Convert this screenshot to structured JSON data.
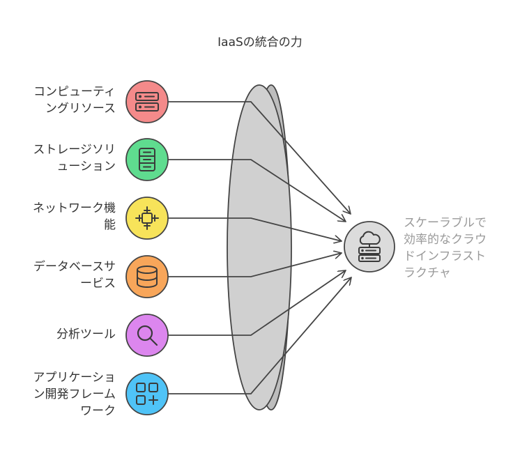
{
  "title": "IaaSの統合の力",
  "items": [
    {
      "label_lines": [
        "コンピューティ",
        "ングリソース"
      ],
      "color": "#f48a8a",
      "stroke": "#c74a4a",
      "icon": "server-rack-icon"
    },
    {
      "label_lines": [
        "ストレージソリ",
        "ューション"
      ],
      "color": "#5fdc8f",
      "stroke": "#2e9a5c",
      "icon": "storage-stack-icon"
    },
    {
      "label_lines": [
        "ネットワーク機",
        "能"
      ],
      "color": "#f7e35a",
      "stroke": "#b8a11e",
      "icon": "network-chip-icon"
    },
    {
      "label_lines": [
        "データベースサ",
        "ービス"
      ],
      "color": "#f8a65a",
      "stroke": "#c46d1f",
      "icon": "database-icon"
    },
    {
      "label_lines": [
        "分析ツール"
      ],
      "color": "#dc86ee",
      "stroke": "#9c45b0",
      "icon": "magnifier-icon"
    },
    {
      "label_lines": [
        "アプリケーショ",
        "ン開発フレーム",
        "ワーク"
      ],
      "color": "#4fc3f7",
      "stroke": "#1b86b8",
      "icon": "app-grid-plus-icon"
    }
  ],
  "outcome": {
    "label_lines": [
      "スケーラブルで",
      "効率的なクラウ",
      "ドインフラスト",
      "ラクチャ"
    ],
    "icon": "cloud-server-icon"
  },
  "colors": {
    "lens_fill": "#cfcfcf",
    "lens_edge": "#bdbdbd",
    "line": "#444444",
    "outcome_fill": "#dcdcdc"
  }
}
